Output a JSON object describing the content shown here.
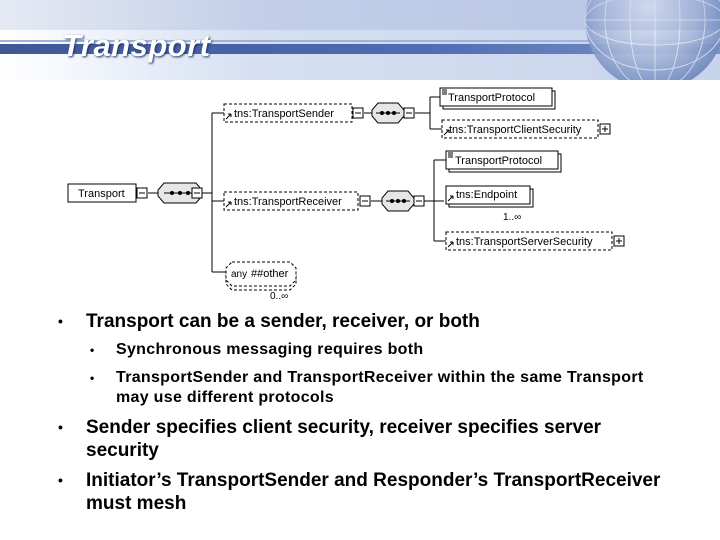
{
  "slide": {
    "title": "Transport"
  },
  "diagram": {
    "root": "Transport",
    "sender": "tns:TransportSender",
    "receiver": "tns:TransportReceiver",
    "any": "any",
    "any_ns": "##other",
    "sender_protocol": "TransportProtocol",
    "client_security": "tns:TransportClientSecurity",
    "receiver_protocol": "TransportProtocol",
    "endpoint": "tns:Endpoint",
    "endpoint_occurs": "1..∞",
    "server_security": "tns:TransportServerSecurity",
    "any_occurs": "0..∞"
  },
  "bullets": [
    {
      "text": "Transport can be a sender, receiver, or both"
    },
    {
      "text": "Synchronous messaging requires both"
    },
    {
      "text": "TransportSender and TransportReceiver within the same Transport may use different protocols"
    },
    {
      "text": "Sender specifies client security, receiver specifies server security"
    },
    {
      "text": "Initiator’s TransportSender and Responder’s TransportReceiver must mesh"
    }
  ],
  "colors": {
    "header_dark": "#2b4590",
    "header_light": "#aebfe0",
    "diagram_line": "#000000",
    "sequence_fill": "#e6e6e6"
  },
  "icons": [
    "globe-icon",
    "sequence-icon",
    "collapse-icon",
    "expand-icon",
    "reference-arrow-icon",
    "attribute-lines-icon"
  ]
}
